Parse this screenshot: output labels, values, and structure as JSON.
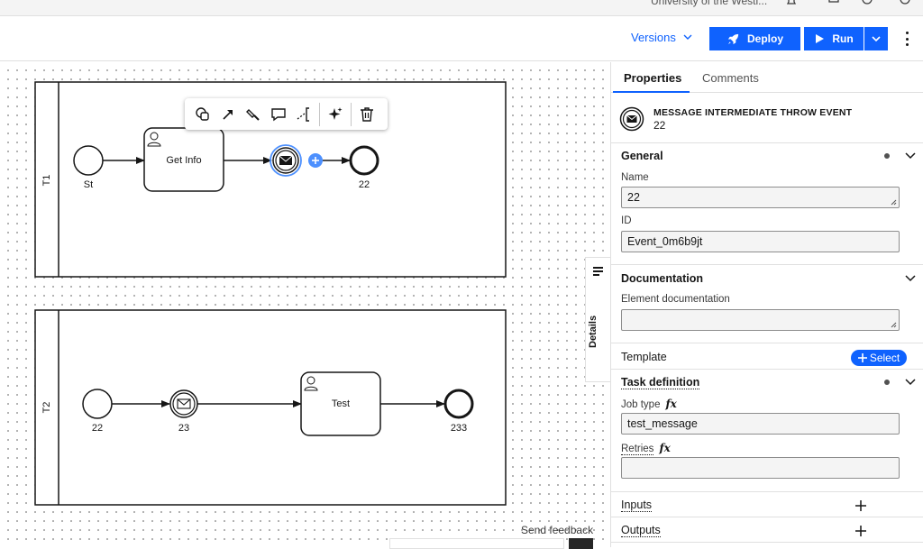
{
  "topbar": {
    "org_name": "University of the Westi..."
  },
  "toolbar": {
    "versions_label": "Versions",
    "deploy_label": "Deploy",
    "run_label": "Run"
  },
  "diagram": {
    "lanes": [
      {
        "label": "T1"
      },
      {
        "label": "T2"
      }
    ],
    "pool1": {
      "start_label": "St",
      "task_label": "Get Info",
      "end_label": "22"
    },
    "pool2": {
      "start_label": "22",
      "catch_label": "23",
      "task_label": "Test",
      "end_label": "233"
    }
  },
  "details_tab": {
    "label": "Details"
  },
  "canvas_footer": {
    "send_feedback": "Send feedback"
  },
  "panel": {
    "tabs": {
      "properties": "Properties",
      "comments": "Comments"
    },
    "element": {
      "type": "MESSAGE INTERMEDIATE THROW EVENT",
      "name": "22"
    },
    "general": {
      "title": "General",
      "name_label": "Name",
      "name_value": "22",
      "id_label": "ID",
      "id_value": "Event_0m6b9jt"
    },
    "documentation": {
      "title": "Documentation",
      "element_doc_label": "Element documentation",
      "element_doc_value": ""
    },
    "template": {
      "label": "Template",
      "select_label": "Select"
    },
    "task_definition": {
      "title": "Task definition",
      "job_type_label": "Job type",
      "job_type_value": "test_message",
      "retries_label": "Retries",
      "retries_value": "",
      "fx": "fx"
    },
    "inputs": {
      "title": "Inputs"
    },
    "outputs": {
      "title": "Outputs"
    }
  },
  "colors": {
    "accent": "#0f62fe",
    "selection": "#4d90fe"
  }
}
